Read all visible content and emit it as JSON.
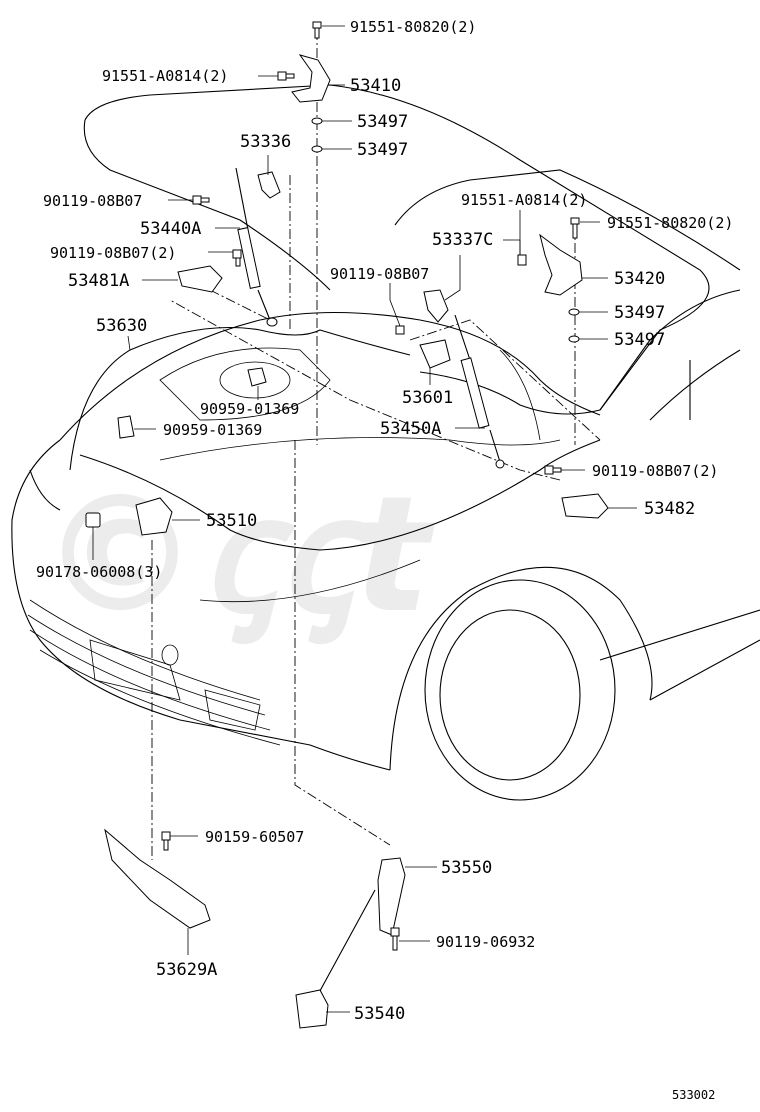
{
  "labels": {
    "p91551_80820_top": "91551-80820(2)",
    "p91551_A0814_left": "91551-A0814(2)",
    "p53410": "53410",
    "p53497_a": "53497",
    "p53497_b": "53497",
    "p53336": "53336",
    "p90119_08B07_a": "90119-08B07",
    "p53440A": "53440A",
    "p90119_08B07_2_left": "90119-08B07(2)",
    "p53481A": "53481A",
    "p53630": "53630",
    "p91551_A0814_right": "91551-A0814(2)",
    "p91551_80820_right": "91551-80820(2)",
    "p53337C": "53337C",
    "p53420": "53420",
    "p53497_c": "53497",
    "p53497_d": "53497",
    "p90119_08B07_mid": "90119-08B07",
    "p53601": "53601",
    "p90959_01369_a": "90959-01369",
    "p90959_01369_b": "90959-01369",
    "p53450A": "53450A",
    "p90119_08B07_2_right": "90119-08B07(2)",
    "p53482": "53482",
    "p53510": "53510",
    "p90178_06008": "90178-06008(3)",
    "p90159_60507": "90159-60507",
    "p53550": "53550",
    "p90119_06932": "90119-06932",
    "p53629A": "53629A",
    "p53540": "53540"
  },
  "drawing_code": "533002",
  "watermark": "©ꞔꞔt"
}
